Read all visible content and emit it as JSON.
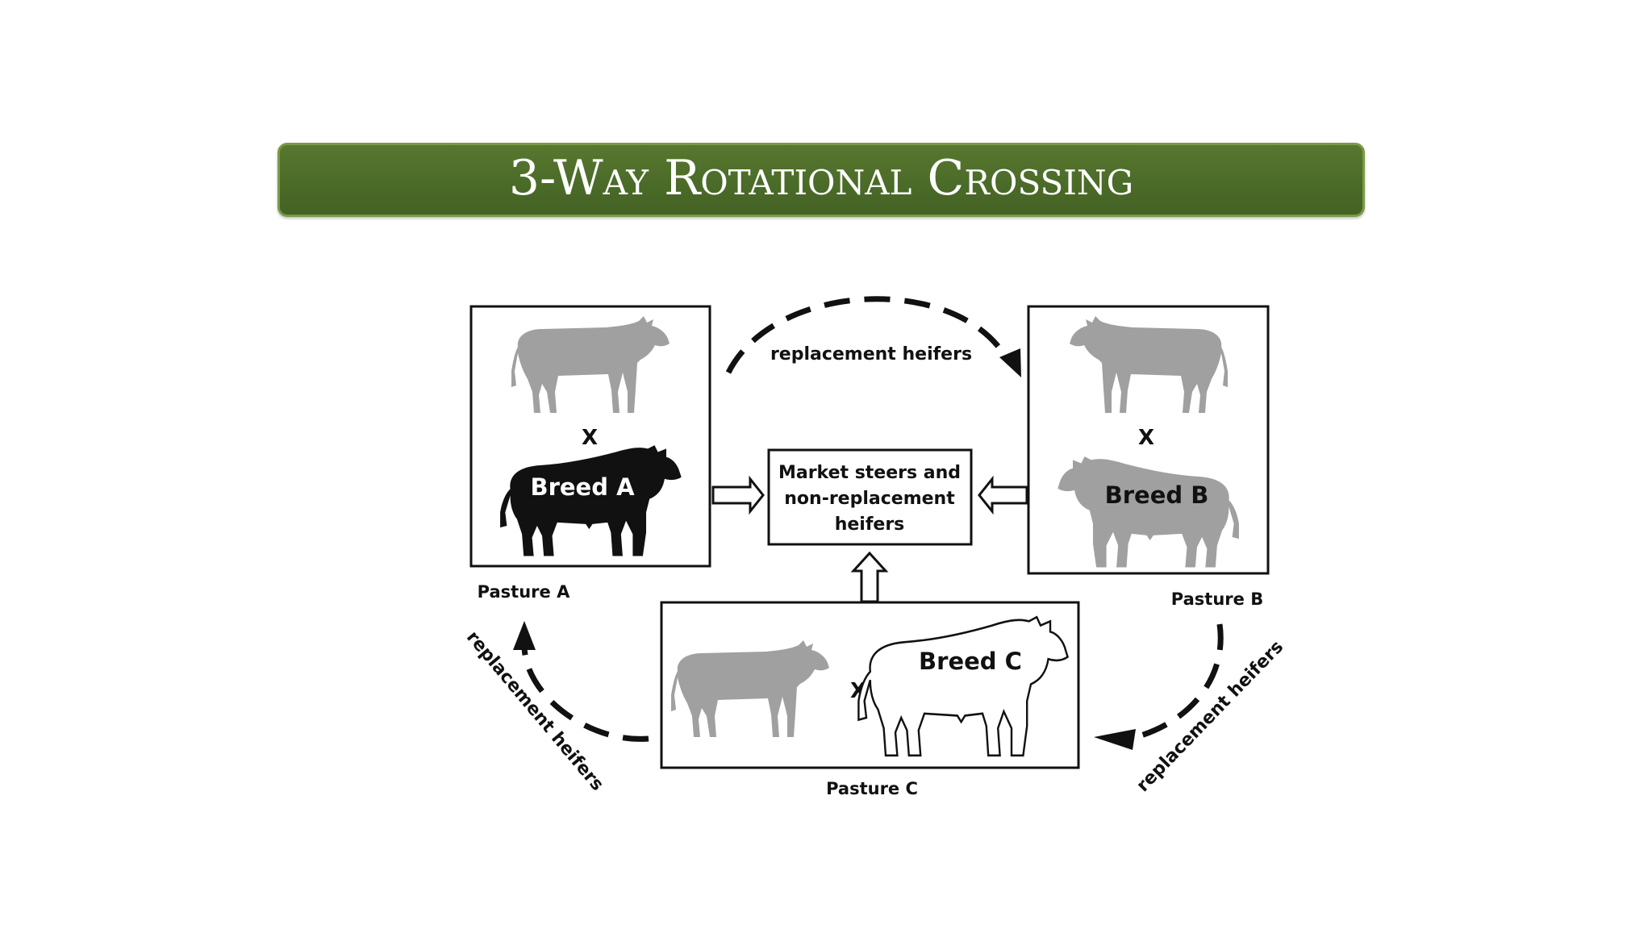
{
  "title": "3-Way Rotational Crossing",
  "colors": {
    "title_bar": "#4a6a28",
    "cow_gray": "#a0a0a0",
    "bull_black": "#111111",
    "line": "#111111"
  },
  "pastures": {
    "a": {
      "label": "Pasture A",
      "cross": "X",
      "breed": "Breed A"
    },
    "b": {
      "label": "Pasture B",
      "cross": "X",
      "breed": "Breed B"
    },
    "c": {
      "label": "Pasture C",
      "cross": "X",
      "breed": "Breed C"
    }
  },
  "market": {
    "line1": "Market steers and",
    "line2": "non-replacement",
    "line3": "heifers"
  },
  "flows": {
    "top": "replacement heifers",
    "right": "replacement heifers",
    "left": "replacement heifers"
  }
}
